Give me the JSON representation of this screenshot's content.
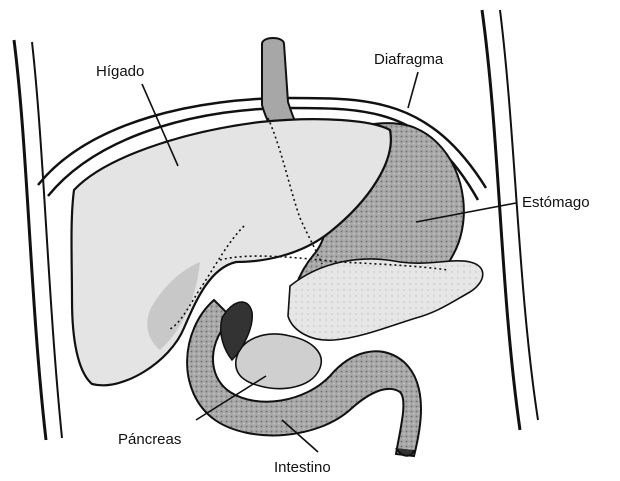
{
  "labels": {
    "liver": "Hígado",
    "diaphragm": "Diafragma",
    "stomach": "Estómago",
    "pancreas": "Páncreas",
    "intestine": "Intestino"
  },
  "colors": {
    "outline": "#111111",
    "liver_fill": "#e3e3e3",
    "stomach_fill": "#9a9a9a",
    "pancreas_fill": "#cfcfcf",
    "intestine_fill": "#b5b5b5",
    "background": "#ffffff"
  }
}
